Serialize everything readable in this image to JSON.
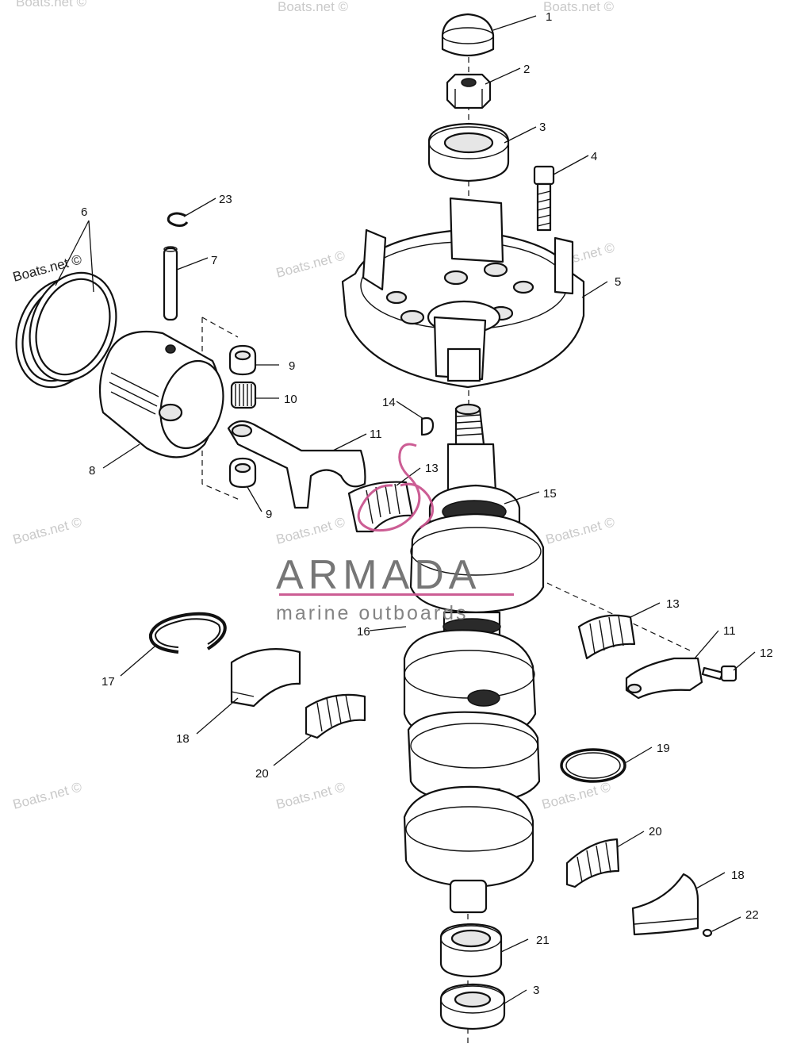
{
  "watermark_text": "Boats.net ©",
  "logo": {
    "name": "ARMADA",
    "tagline": "marine outboards",
    "accent_color": "#c8508c"
  },
  "callouts": [
    {
      "id": "c1",
      "label": "1"
    },
    {
      "id": "c2",
      "label": "2"
    },
    {
      "id": "c3a",
      "label": "3"
    },
    {
      "id": "c4",
      "label": "4"
    },
    {
      "id": "c5",
      "label": "5"
    },
    {
      "id": "c6",
      "label": "6"
    },
    {
      "id": "c7",
      "label": "7"
    },
    {
      "id": "c23",
      "label": "23"
    },
    {
      "id": "c9a",
      "label": "9"
    },
    {
      "id": "c10",
      "label": "10"
    },
    {
      "id": "c8",
      "label": "8"
    },
    {
      "id": "c9b",
      "label": "9"
    },
    {
      "id": "c11a",
      "label": "11"
    },
    {
      "id": "c14",
      "label": "14"
    },
    {
      "id": "c13a",
      "label": "13"
    },
    {
      "id": "c15",
      "label": "15"
    },
    {
      "id": "c16",
      "label": "16"
    },
    {
      "id": "c13b",
      "label": "13"
    },
    {
      "id": "c11b",
      "label": "11"
    },
    {
      "id": "c12",
      "label": "12"
    },
    {
      "id": "c17",
      "label": "17"
    },
    {
      "id": "c18a",
      "label": "18"
    },
    {
      "id": "c20a",
      "label": "20"
    },
    {
      "id": "c19",
      "label": "19"
    },
    {
      "id": "c20b",
      "label": "20"
    },
    {
      "id": "c18b",
      "label": "18"
    },
    {
      "id": "c22",
      "label": "22"
    },
    {
      "id": "c21",
      "label": "21"
    },
    {
      "id": "c3b",
      "label": "3"
    }
  ]
}
